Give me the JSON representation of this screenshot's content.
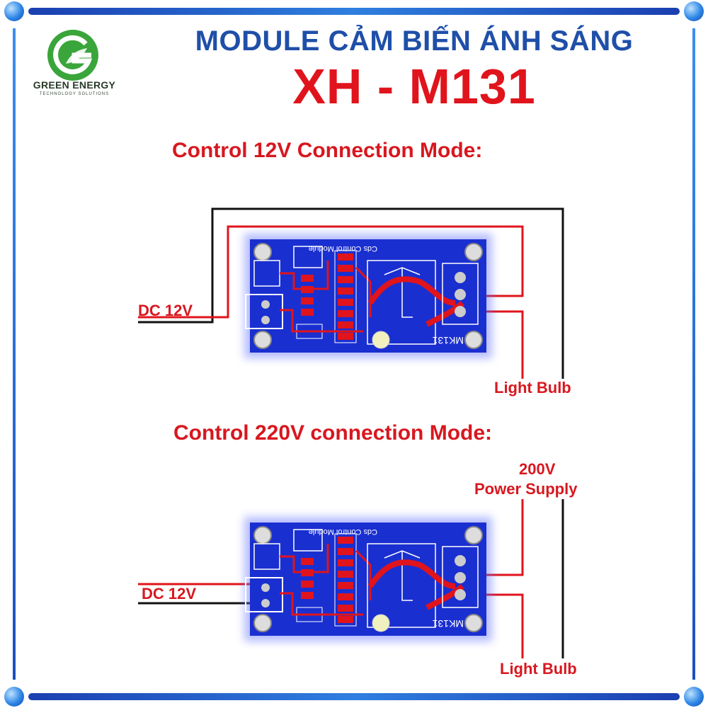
{
  "brand": {
    "name": "GREEN ENERGY",
    "tagline": "TECHNOLOGY SOLUTIONS",
    "logo_icon": "leaf-g-logo"
  },
  "header": {
    "title_line1": "MODULE CẢM BIẾN ÁNH SÁNG",
    "title_line2": "XH - M131"
  },
  "diagrams": [
    {
      "heading": "Control 12V Connection Mode:",
      "input_label": "DC 12V",
      "output_label": "Light Bulb",
      "board_silk_label": "Cds Control Module",
      "board_model": "MK131"
    },
    {
      "heading": "Control 220V connection Mode:",
      "input_label": "DC 12V",
      "supply_label_line1": "200V",
      "supply_label_line2": "Power Supply",
      "output_label": "Light Bulb",
      "board_silk_label": "Cds Control Module",
      "board_model": "MK131"
    }
  ],
  "colors": {
    "title_blue": "#1f4fa8",
    "title_red": "#e0141c",
    "wire_red": "#e0141c",
    "wire_black": "#111111",
    "pcb_blue": "#1a2fd0",
    "brand_green": "#3aa53a"
  }
}
